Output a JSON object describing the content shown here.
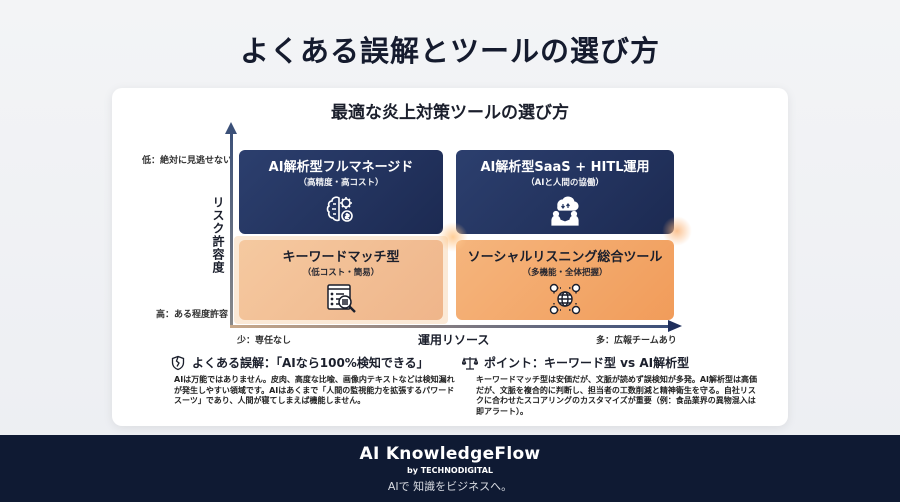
{
  "page": {
    "title": "よくある誤解とツールの選び方"
  },
  "card": {
    "title": "最適な炎上対策ツールの選び方",
    "axes": {
      "y_label": "リスク許容度",
      "y_top": "低：絶対に見逃せない",
      "y_bottom": "高：ある程度許容",
      "x_label": "運用リソース",
      "x_left": "少：専任なし",
      "x_right": "多：広報チームあり"
    },
    "quadrants": [
      {
        "position": "top-left",
        "title": "AI解析型フルマネージド",
        "subtitle": "（高精度・高コスト）",
        "icon": "brain-gear-coin-icon",
        "color": "#24365f"
      },
      {
        "position": "top-right",
        "title": "AI解析型SaaS + HITL運用",
        "subtitle": "（AIと人間の協働）",
        "icon": "cloud-handshake-icon",
        "color": "#24365f"
      },
      {
        "position": "bottom-left",
        "title": "キーワードマッチ型",
        "subtitle": "（低コスト・簡易）",
        "icon": "list-magnifier-icon",
        "color": "#f2bf94"
      },
      {
        "position": "bottom-right",
        "title": "ソーシャルリスニング総合ツール",
        "subtitle": "（多機能・全体把握）",
        "icon": "globe-social-network-icon",
        "color": "#f3a766"
      }
    ],
    "notes": {
      "misconception": {
        "icon": "broken-shield-icon",
        "heading": "よくある誤解：「AIなら100%検知できる」",
        "body": "AIは万能ではありません。皮肉、高度な比喩、画像内テキストなどは検知漏れが発生しやすい領域です。AIはあくまで「人間の監視能力を拡張するパワードスーツ」であり、人間が寝てしまえば機能しません。"
      },
      "point": {
        "icon": "balance-scale-icon",
        "heading": "ポイント：キーワード型 vs AI解析型",
        "body": "キーワードマッチ型は安価だが、文脈が読めず誤検知が多発。AI解析型は高価だが、文脈を複合的に判断し、担当者の工数削減と精神衛生を守る。自社リスクに合わせたスコアリングのカスタマイズが重要（例：食品業界の異物混入は即アラート）。"
      }
    }
  },
  "footer": {
    "brand": "AI KnowledgeFlow",
    "by": "by TECHNODIGITAL",
    "tagline": "AIで 知識をビジネスへ。"
  },
  "colors": {
    "navy": "#1c2a52",
    "peach": "#f2bf94",
    "orange": "#f19c5a",
    "footer_bg": "#0f1a33"
  }
}
